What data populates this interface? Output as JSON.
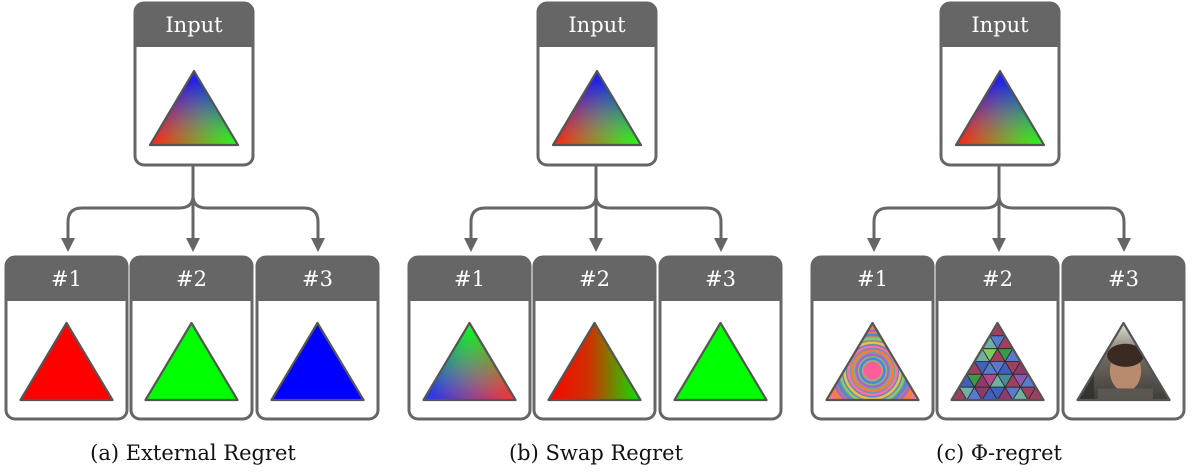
{
  "panels": [
    {
      "id": "a",
      "caption": "(a) External Regret",
      "input": {
        "label": "Input",
        "fill": "rgb-gradient"
      },
      "outputs": [
        {
          "label": "#1",
          "fill": "solid-red",
          "color": "#ff0000"
        },
        {
          "label": "#2",
          "fill": "solid-green",
          "color": "#00ff00"
        },
        {
          "label": "#3",
          "fill": "solid-blue",
          "color": "#0000ff"
        }
      ]
    },
    {
      "id": "b",
      "caption": "(b) Swap Regret",
      "input": {
        "label": "Input",
        "fill": "rgb-gradient"
      },
      "outputs": [
        {
          "label": "#1",
          "fill": "permuted-gradient"
        },
        {
          "label": "#2",
          "fill": "red-green-gradient"
        },
        {
          "label": "#3",
          "fill": "solid-green",
          "color": "#00ff00"
        }
      ]
    },
    {
      "id": "c",
      "caption": "(c) Φ-regret",
      "input": {
        "label": "Input",
        "fill": "rgb-gradient"
      },
      "outputs": [
        {
          "label": "#1",
          "fill": "concentric-rings"
        },
        {
          "label": "#2",
          "fill": "tiled-triangles"
        },
        {
          "label": "#3",
          "fill": "photo-texture"
        }
      ]
    }
  ],
  "colors": {
    "header": "#666666",
    "border": "#666666",
    "arrow": "#666666",
    "red": "#ff0000",
    "green": "#00ff00",
    "blue": "#0000ff"
  }
}
